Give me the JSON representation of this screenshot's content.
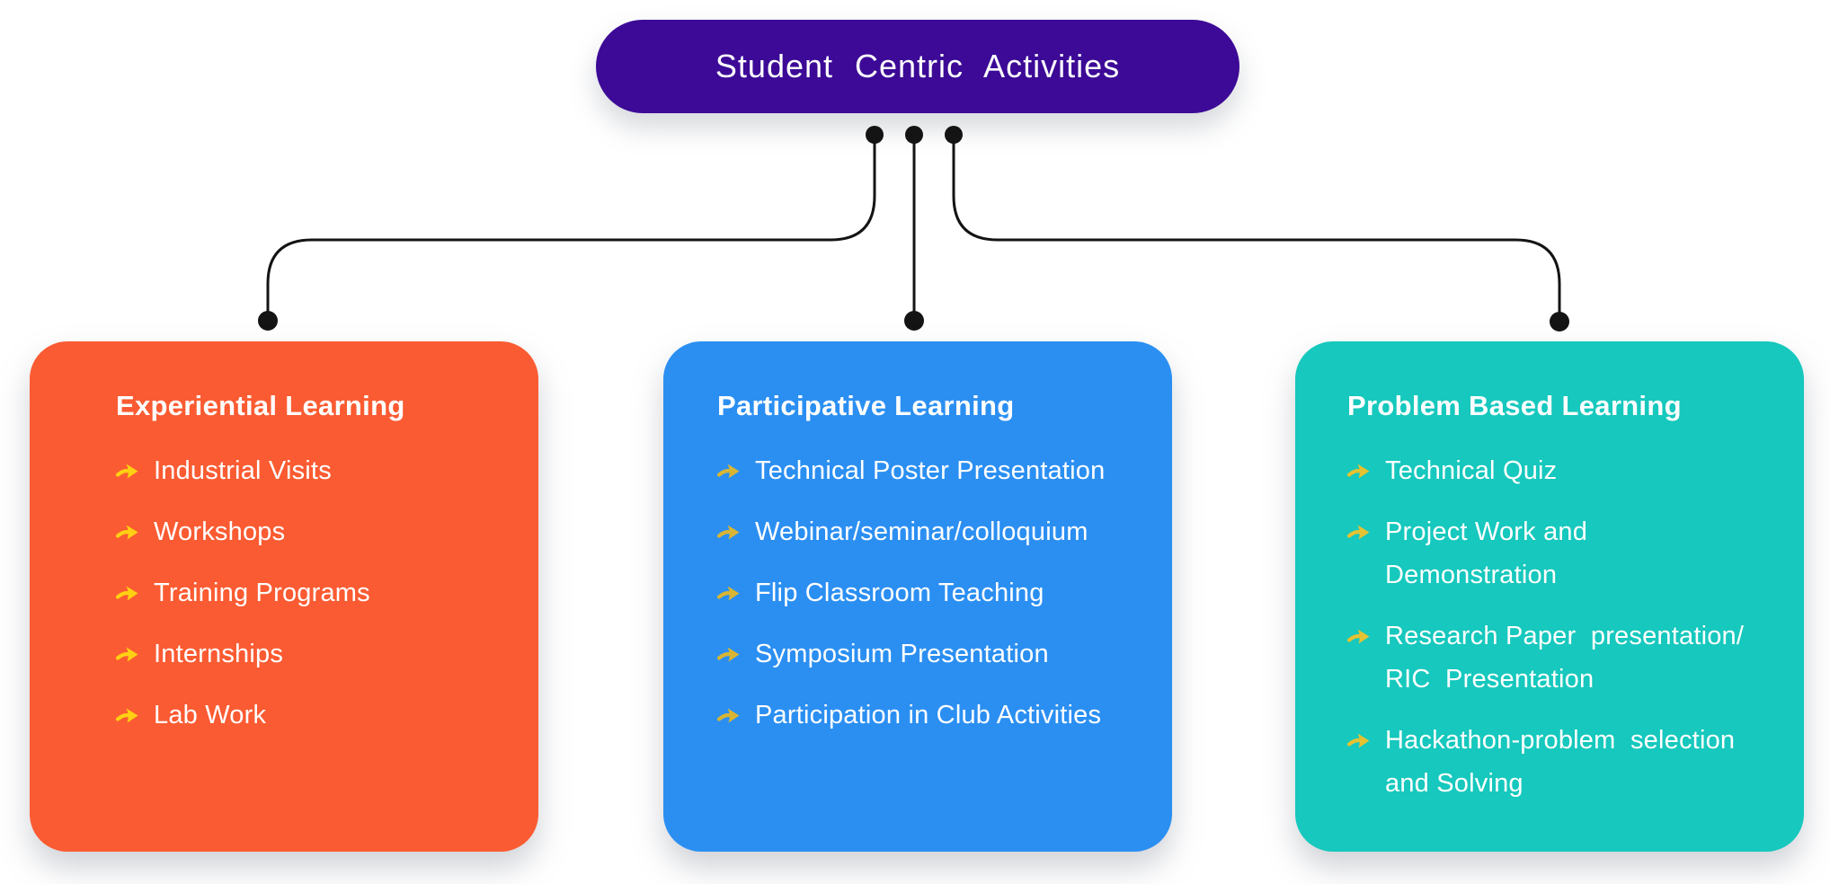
{
  "diagram": {
    "root_label": "Student Centric Activities"
  },
  "cards": [
    {
      "title": "Experiential Learning",
      "color": "#FB5B32",
      "arrow_color": "#FFD013",
      "items": [
        "Industrial Visits",
        "Workshops",
        "Training Programs",
        "Internships",
        "Lab Work"
      ]
    },
    {
      "title": "Participative Learning",
      "color": "#2B8FF2",
      "arrow_color": "#D8B534",
      "items": [
        "Technical Poster Presentation",
        "Webinar/seminar/colloquium",
        "Flip Classroom Teaching",
        "Symposium Presentation",
        "Participation in Club Activities"
      ]
    },
    {
      "title": "Problem Based Learning",
      "color": "#16C8BD",
      "arrow_color": "#E5C232",
      "items": [
        "Technical Quiz",
        "Project Work and\nDemonstration",
        "Research Paper  presentation/\nRIC  Presentation",
        "Hackathon-problem  selection\nand Solving"
      ]
    }
  ],
  "colors": {
    "root_bg": "#3C0A96",
    "connector": "#141414",
    "text": "#FFFFFF",
    "page_bg": "#FFFFFF"
  }
}
